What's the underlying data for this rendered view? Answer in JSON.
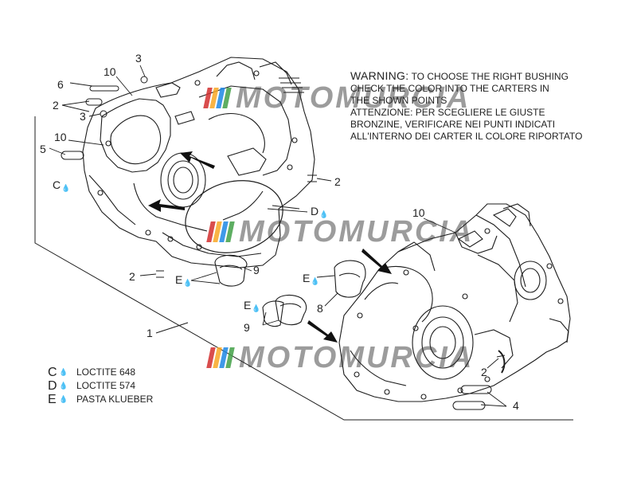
{
  "warning": {
    "en_lead": "WARNING:",
    "en_lines": [
      "TO CHOOSE THE RIGHT BUSHING",
      "CHECK THE COLOR INTO THE CARTERS IN",
      "THE SHOWN POINTS"
    ],
    "it_lead": "ATTENZIONE:",
    "it_lines": [
      "PER SCEGLIERE LE GIUSTE",
      "BRONZINE, VERIFICARE NEI PUNTI INDICATI",
      "ALL'INTERNO DEI CARTER IL COLORE RIPORTATO"
    ]
  },
  "watermark": {
    "brand": "MOTOMURCIA",
    "stripe_colors": [
      "#d32f2f",
      "#f9a825",
      "#1e88e5",
      "#43a047"
    ]
  },
  "callouts": {
    "c1": "1",
    "c2a": "2",
    "c2b": "2",
    "c2c": "2",
    "c2d": "2",
    "c3a": "3",
    "c3b": "3",
    "c4": "4",
    "c5": "5",
    "c6": "6",
    "c8": "8",
    "c9a": "9",
    "c9b": "9",
    "c10a": "10",
    "c10b": "10",
    "c10c": "10",
    "cC": "C",
    "cD": "D",
    "cE1": "E",
    "cE2": "E",
    "cE3": "E"
  },
  "legend": [
    {
      "code": "C",
      "text": "LOCTITE 648"
    },
    {
      "code": "D",
      "text": "LOCTITE 574"
    },
    {
      "code": "E",
      "text": "PASTA KLUEBER"
    }
  ],
  "icons": {
    "drop": "drop-icon",
    "arrow": "arrow-icon"
  }
}
